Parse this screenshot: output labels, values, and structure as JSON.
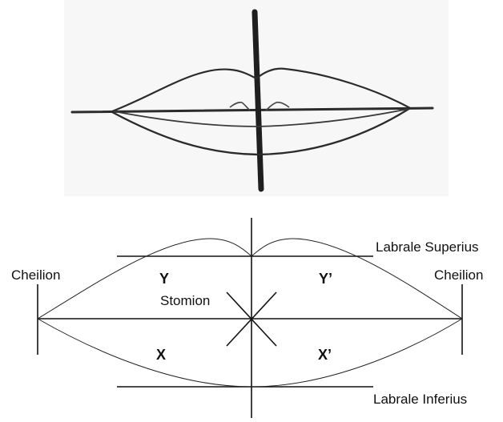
{
  "diagram": {
    "labels": {
      "cheilion_left": "Cheilion",
      "cheilion_right": "Cheilion",
      "labrale_superius": "Labrale Superius",
      "labrale_inferius": "Labrale Inferius",
      "stomion": "Stomion",
      "y": "Y",
      "y_prime": "Y’",
      "x": "X",
      "x_prime": "X’"
    }
  }
}
